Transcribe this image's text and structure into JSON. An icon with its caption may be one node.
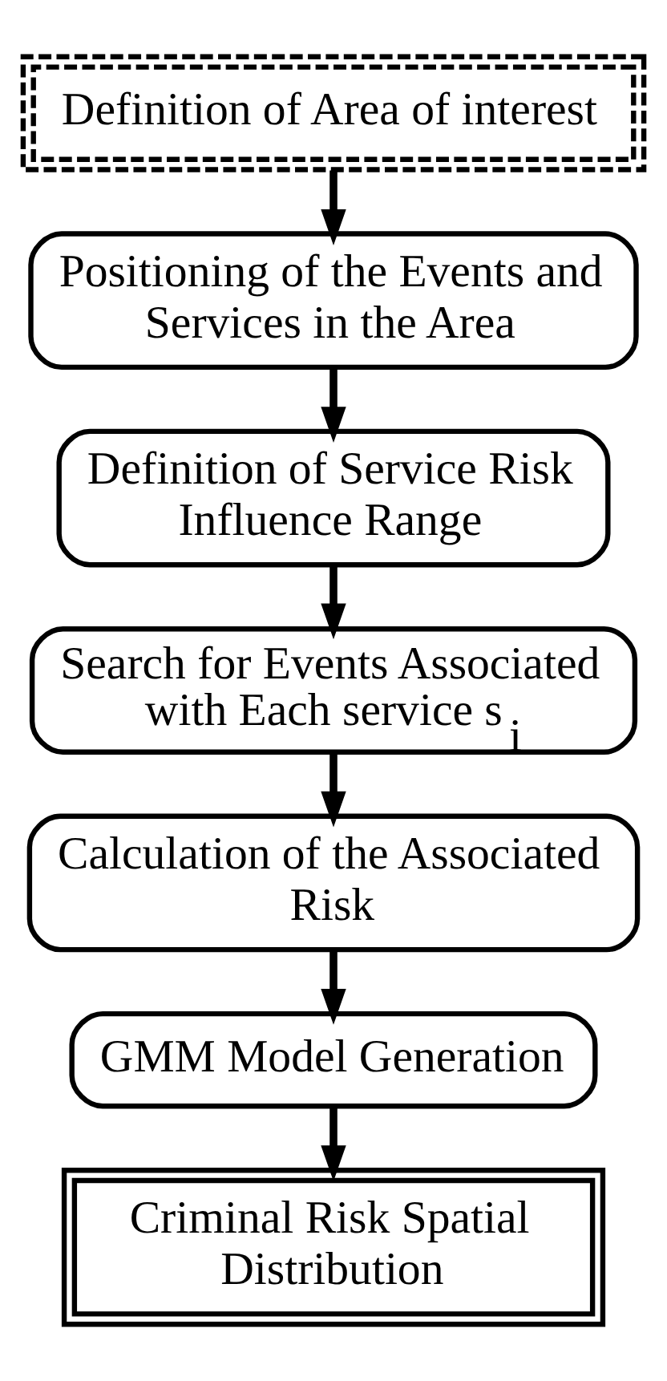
{
  "diagram": {
    "nodes": [
      {
        "text": [
          "Definition of Area of interest"
        ]
      },
      {
        "text": [
          "Positioning of the Events and Services in the Area"
        ]
      },
      {
        "text": [
          "Definition of Service Risk Influence Range"
        ]
      },
      {
        "text": [
          "Search for Events Associated with Each service s$_{i}$"
        ]
      },
      {
        "text": [
          "Calculation of the Associated Risk"
        ]
      },
      {
        "text": [
          "GMM Model Generation"
        ]
      },
      {
        "text": [
          "Criminal Risk Spatial Distribution"
        ]
      }
    ],
    "edges": [
      {
        "from": 0,
        "to": 1,
        "arrow": "to"
      },
      {
        "from": 1,
        "to": 2,
        "arrow": "to"
      },
      {
        "from": 2,
        "to": 3,
        "arrow": "to"
      },
      {
        "from": 3,
        "to": 4,
        "arrow": "to"
      },
      {
        "from": 4,
        "to": 5,
        "arrow": "to"
      },
      {
        "from": 5,
        "to": 6,
        "arrow": "to"
      }
    ]
  }
}
